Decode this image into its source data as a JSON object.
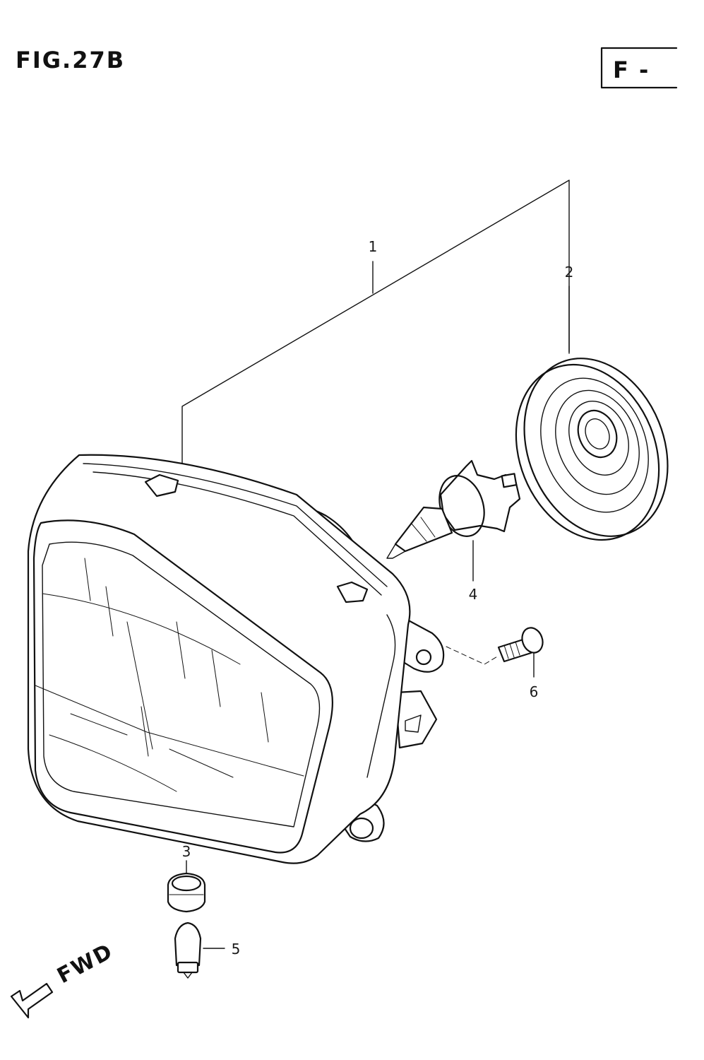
{
  "figure": {
    "title": "FIG.27B",
    "section_badge": "F -",
    "direction_label": "FWD"
  },
  "callouts": [
    "1",
    "2",
    "3",
    "4",
    "5",
    "6"
  ]
}
